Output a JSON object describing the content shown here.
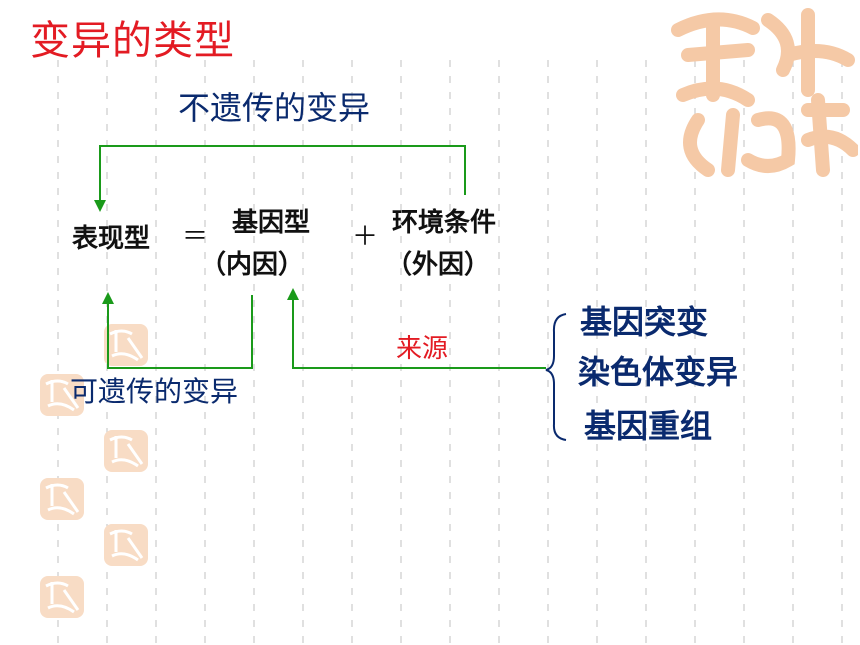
{
  "title": "变异的类型",
  "diagram": {
    "non_heritable_label": "不遗传的变异",
    "heritable_label": "可遗传的变异",
    "phenotype": "表现型",
    "equals": "＝",
    "genotype": "基因型",
    "genotype_sub": "（内因）",
    "plus": "＋",
    "environment": "环境条件",
    "environment_sub": "（外因）",
    "source_label": "来源",
    "sources": [
      "基因突变",
      "染色体变异",
      "基因重组"
    ]
  },
  "colors": {
    "title": "#e31b23",
    "arrow": "#1a9a1a",
    "navy": "#0a2a6e",
    "seal": "#f5c9a6",
    "grid": "#cfcfcf"
  }
}
